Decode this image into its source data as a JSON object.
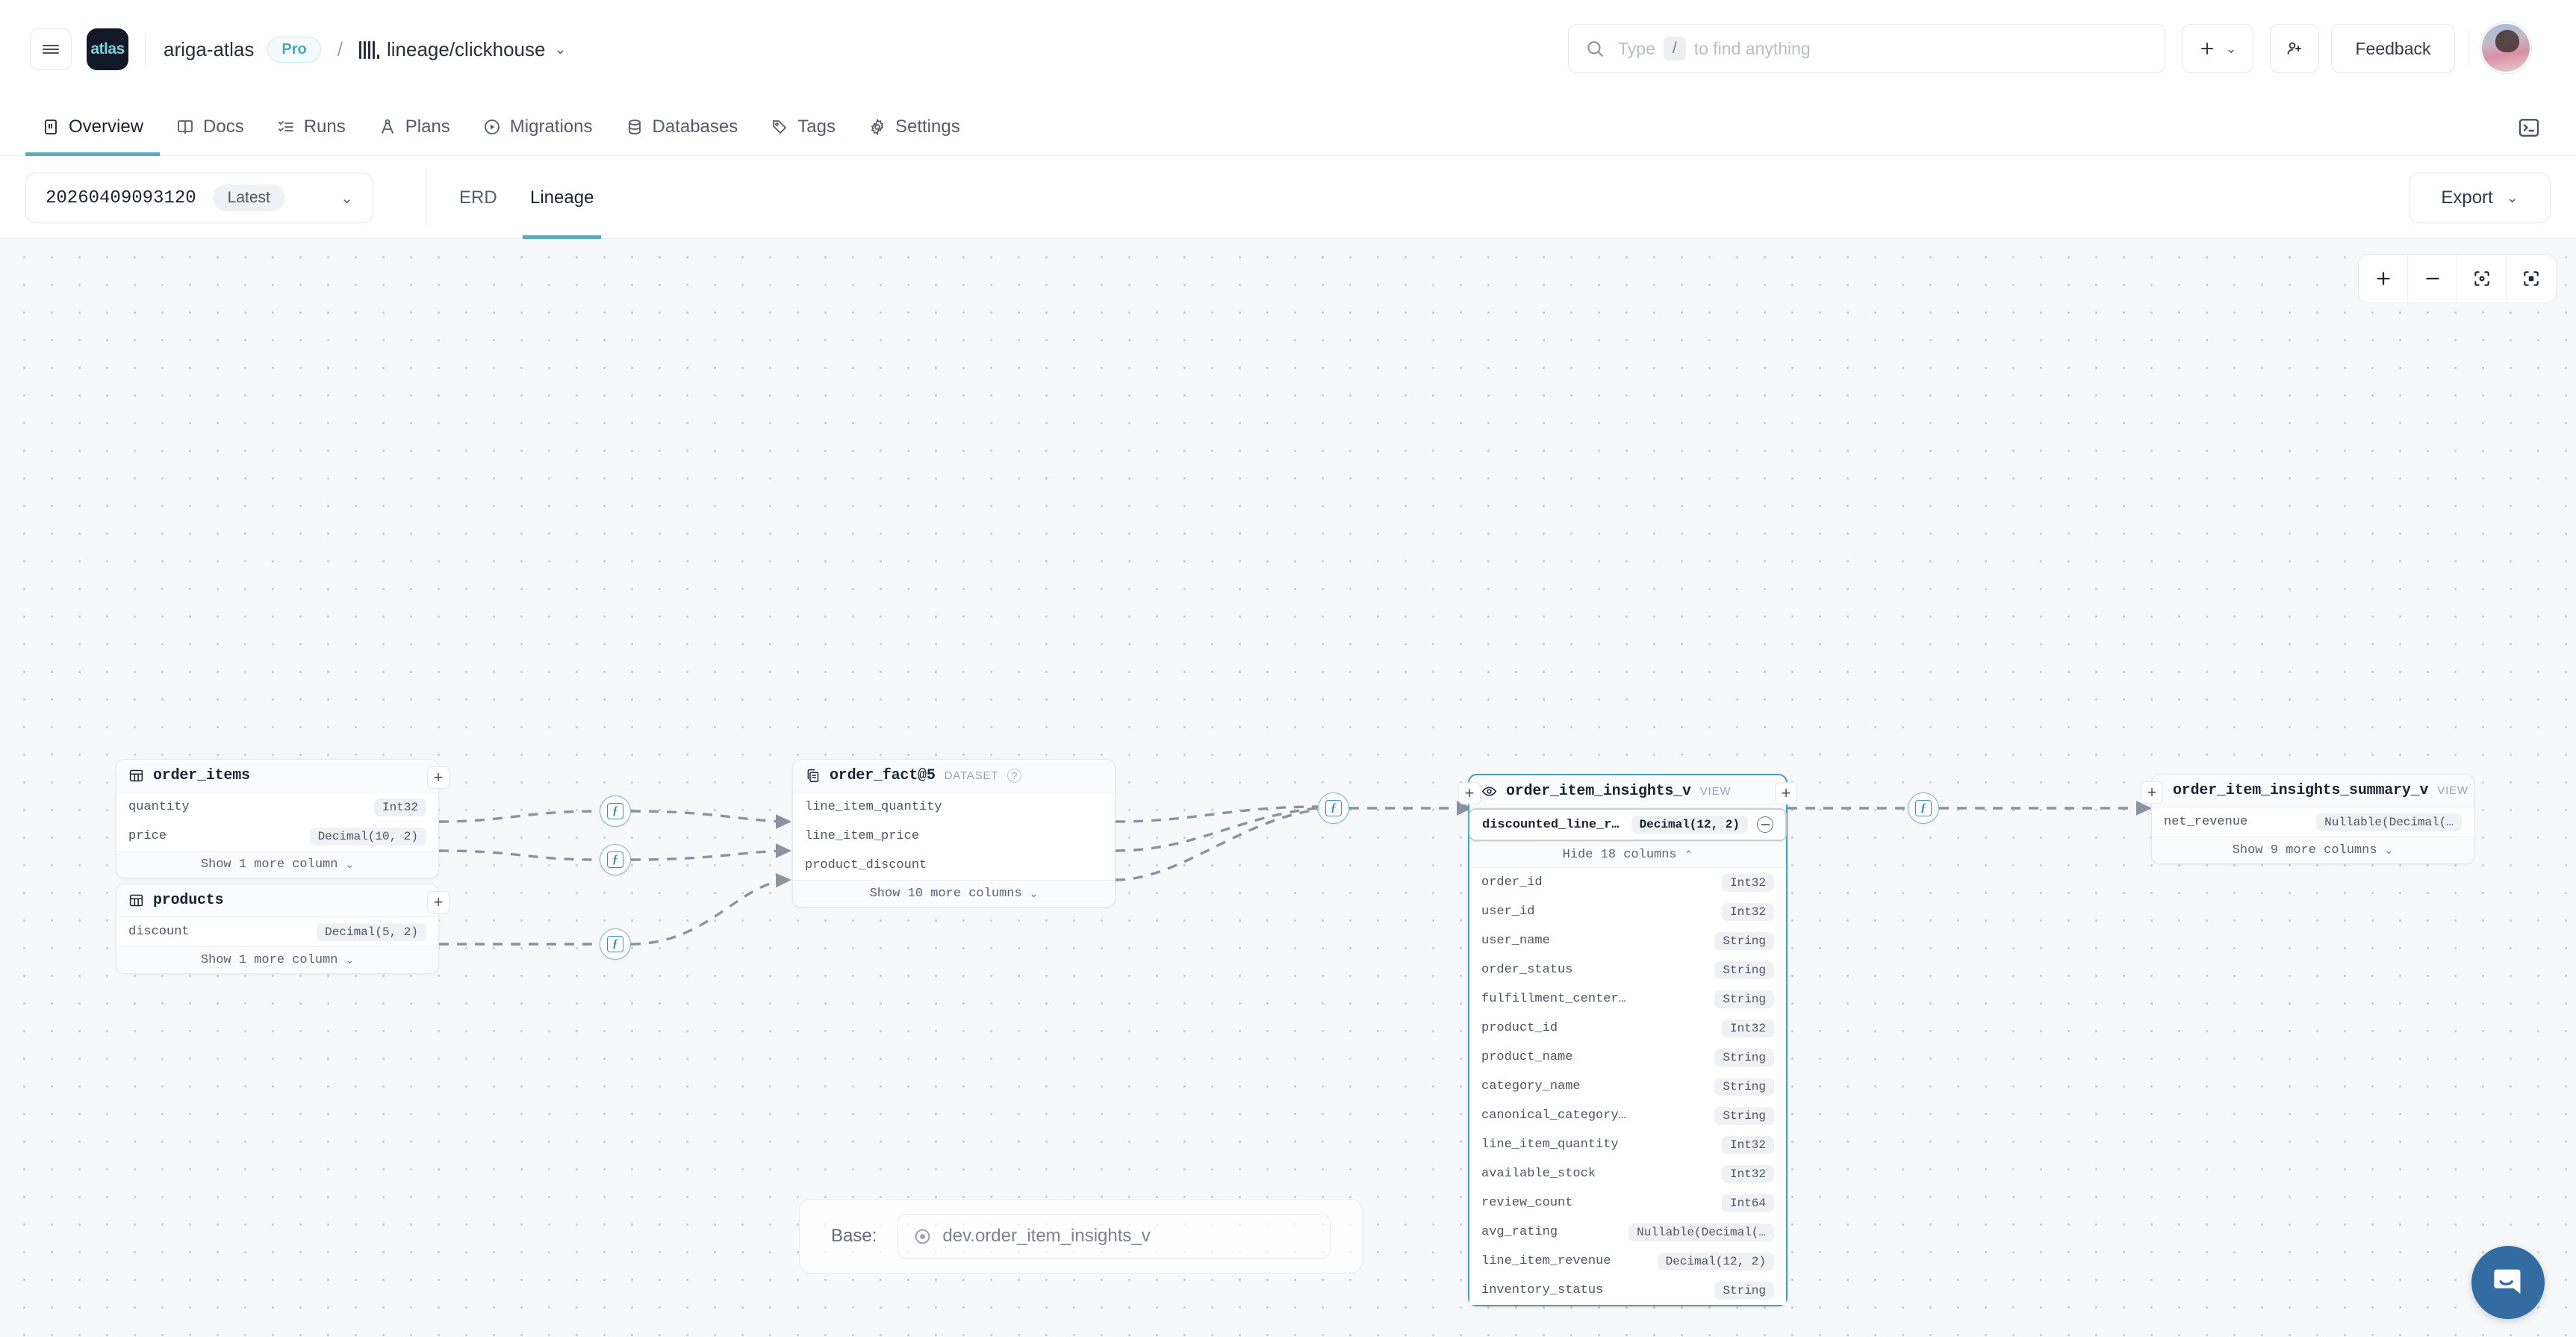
{
  "topbar": {
    "menu_icon": "hamburger-icon",
    "logo_text": "atlas",
    "org": "ariga-atlas",
    "plan_badge": "Pro",
    "separator": "/",
    "project": "lineage/clickhouse",
    "project_caret": "⌄",
    "search": {
      "icon": "search-icon",
      "prefix": "Type",
      "key": "/",
      "suffix": "to find anything",
      "placeholder": "Type / to find anything"
    },
    "add_button": {
      "icon": "plus-icon",
      "caret": "⌄"
    },
    "invite_button": {
      "icon": "user-plus-icon"
    },
    "feedback_button": "Feedback",
    "avatar": "user-avatar"
  },
  "nav": {
    "items": [
      {
        "label": "Overview",
        "icon": "overview-icon",
        "active": true
      },
      {
        "label": "Docs",
        "icon": "docs-icon",
        "active": false
      },
      {
        "label": "Runs",
        "icon": "runs-icon",
        "active": false
      },
      {
        "label": "Plans",
        "icon": "plans-icon",
        "active": false
      },
      {
        "label": "Migrations",
        "icon": "migrations-icon",
        "active": false
      },
      {
        "label": "Databases",
        "icon": "databases-icon",
        "active": false
      },
      {
        "label": "Tags",
        "icon": "tags-icon",
        "active": false
      },
      {
        "label": "Settings",
        "icon": "settings-icon",
        "active": false
      }
    ],
    "console_icon": "terminal-icon"
  },
  "subbar": {
    "version": "20260409093120",
    "version_badge": "Latest",
    "version_caret": "⌄",
    "tabs": [
      {
        "label": "ERD",
        "active": false
      },
      {
        "label": "Lineage",
        "active": true
      }
    ],
    "export_label": "Export",
    "export_caret": "⌄"
  },
  "canvas": {
    "zoom_controls": [
      {
        "name": "zoom-in-button",
        "icon": "plus-icon"
      },
      {
        "name": "zoom-out-button",
        "icon": "minus-icon"
      },
      {
        "name": "fit-center-button",
        "icon": "focus-dot-icon"
      },
      {
        "name": "fit-view-button",
        "icon": "focus-square-icon"
      }
    ],
    "base_bar": {
      "label": "Base:",
      "icon": "target-icon",
      "value": "dev.order_item_insights_v"
    },
    "chat_icon": "chat-bubble-icon"
  },
  "graph": {
    "nodes": [
      {
        "id": "order_items",
        "title": "order_items",
        "icon": "table-icon",
        "kind": "",
        "selected": false,
        "columns": [
          {
            "name": "quantity",
            "type": "Int32"
          },
          {
            "name": "price",
            "type": "Decimal(10, 2)"
          }
        ],
        "footer": "Show 1 more column",
        "footer_caret": "⌄"
      },
      {
        "id": "products",
        "title": "products",
        "icon": "table-icon",
        "kind": "",
        "selected": false,
        "columns": [
          {
            "name": "discount",
            "type": "Decimal(5, 2)"
          }
        ],
        "footer": "Show 1 more column",
        "footer_caret": "⌄"
      },
      {
        "id": "order_fact05",
        "title": "order_fact@5",
        "icon": "dataset-icon",
        "kind": "DATASET",
        "help": "?",
        "selected": false,
        "columns": [
          {
            "name": "line_item_quantity",
            "type": ""
          },
          {
            "name": "line_item_price",
            "type": ""
          },
          {
            "name": "product_discount",
            "type": ""
          }
        ],
        "footer": "Show 10 more columns",
        "footer_caret": "⌄"
      },
      {
        "id": "order_item_insights_v",
        "title": "order_item_insights_v",
        "icon": "view-eye-icon",
        "kind": "VIEW",
        "selected": true,
        "pinned_column": {
          "name": "discounted_line_r…",
          "type": "Decimal(12, 2)",
          "action": "remove-column-icon"
        },
        "collapse_label": "Hide 18 columns",
        "collapse_caret": "⌃",
        "columns": [
          {
            "name": "order_id",
            "type": "Int32"
          },
          {
            "name": "user_id",
            "type": "Int32"
          },
          {
            "name": "user_name",
            "type": "String"
          },
          {
            "name": "order_status",
            "type": "String"
          },
          {
            "name": "fulfillment_center…",
            "type": "String"
          },
          {
            "name": "product_id",
            "type": "Int32"
          },
          {
            "name": "product_name",
            "type": "String"
          },
          {
            "name": "category_name",
            "type": "String"
          },
          {
            "name": "canonical_category…",
            "type": "String"
          },
          {
            "name": "line_item_quantity",
            "type": "Int32"
          },
          {
            "name": "available_stock",
            "type": "Int32"
          },
          {
            "name": "review_count",
            "type": "Int64"
          },
          {
            "name": "avg_rating",
            "type": "Nullable(Decimal(…"
          },
          {
            "name": "line_item_revenue",
            "type": "Decimal(12, 2)"
          },
          {
            "name": "inventory_status",
            "type": "String"
          }
        ]
      },
      {
        "id": "order_item_insights_summary_v",
        "title": "order_item_insights_summary_v",
        "icon": "view-eye-icon",
        "kind": "VIEW",
        "selected": false,
        "columns": [
          {
            "name": "net_revenue",
            "type": "Nullable(Decimal(…"
          }
        ],
        "footer": "Show 9 more columns",
        "footer_caret": "⌄"
      }
    ],
    "transform_nodes": [
      {
        "id": "f1",
        "glyph": "ƒ"
      },
      {
        "id": "f2",
        "glyph": "ƒ"
      },
      {
        "id": "f3",
        "glyph": "ƒ"
      },
      {
        "id": "f4",
        "glyph": "ƒ"
      },
      {
        "id": "f5",
        "glyph": "ƒ"
      }
    ]
  },
  "colors": {
    "accent": "#5aa9bd",
    "selected_border": "#4f9cb0",
    "edge": "#8d939e",
    "canvas_bg": "#f7f8f9",
    "chat": "#336ba3"
  }
}
